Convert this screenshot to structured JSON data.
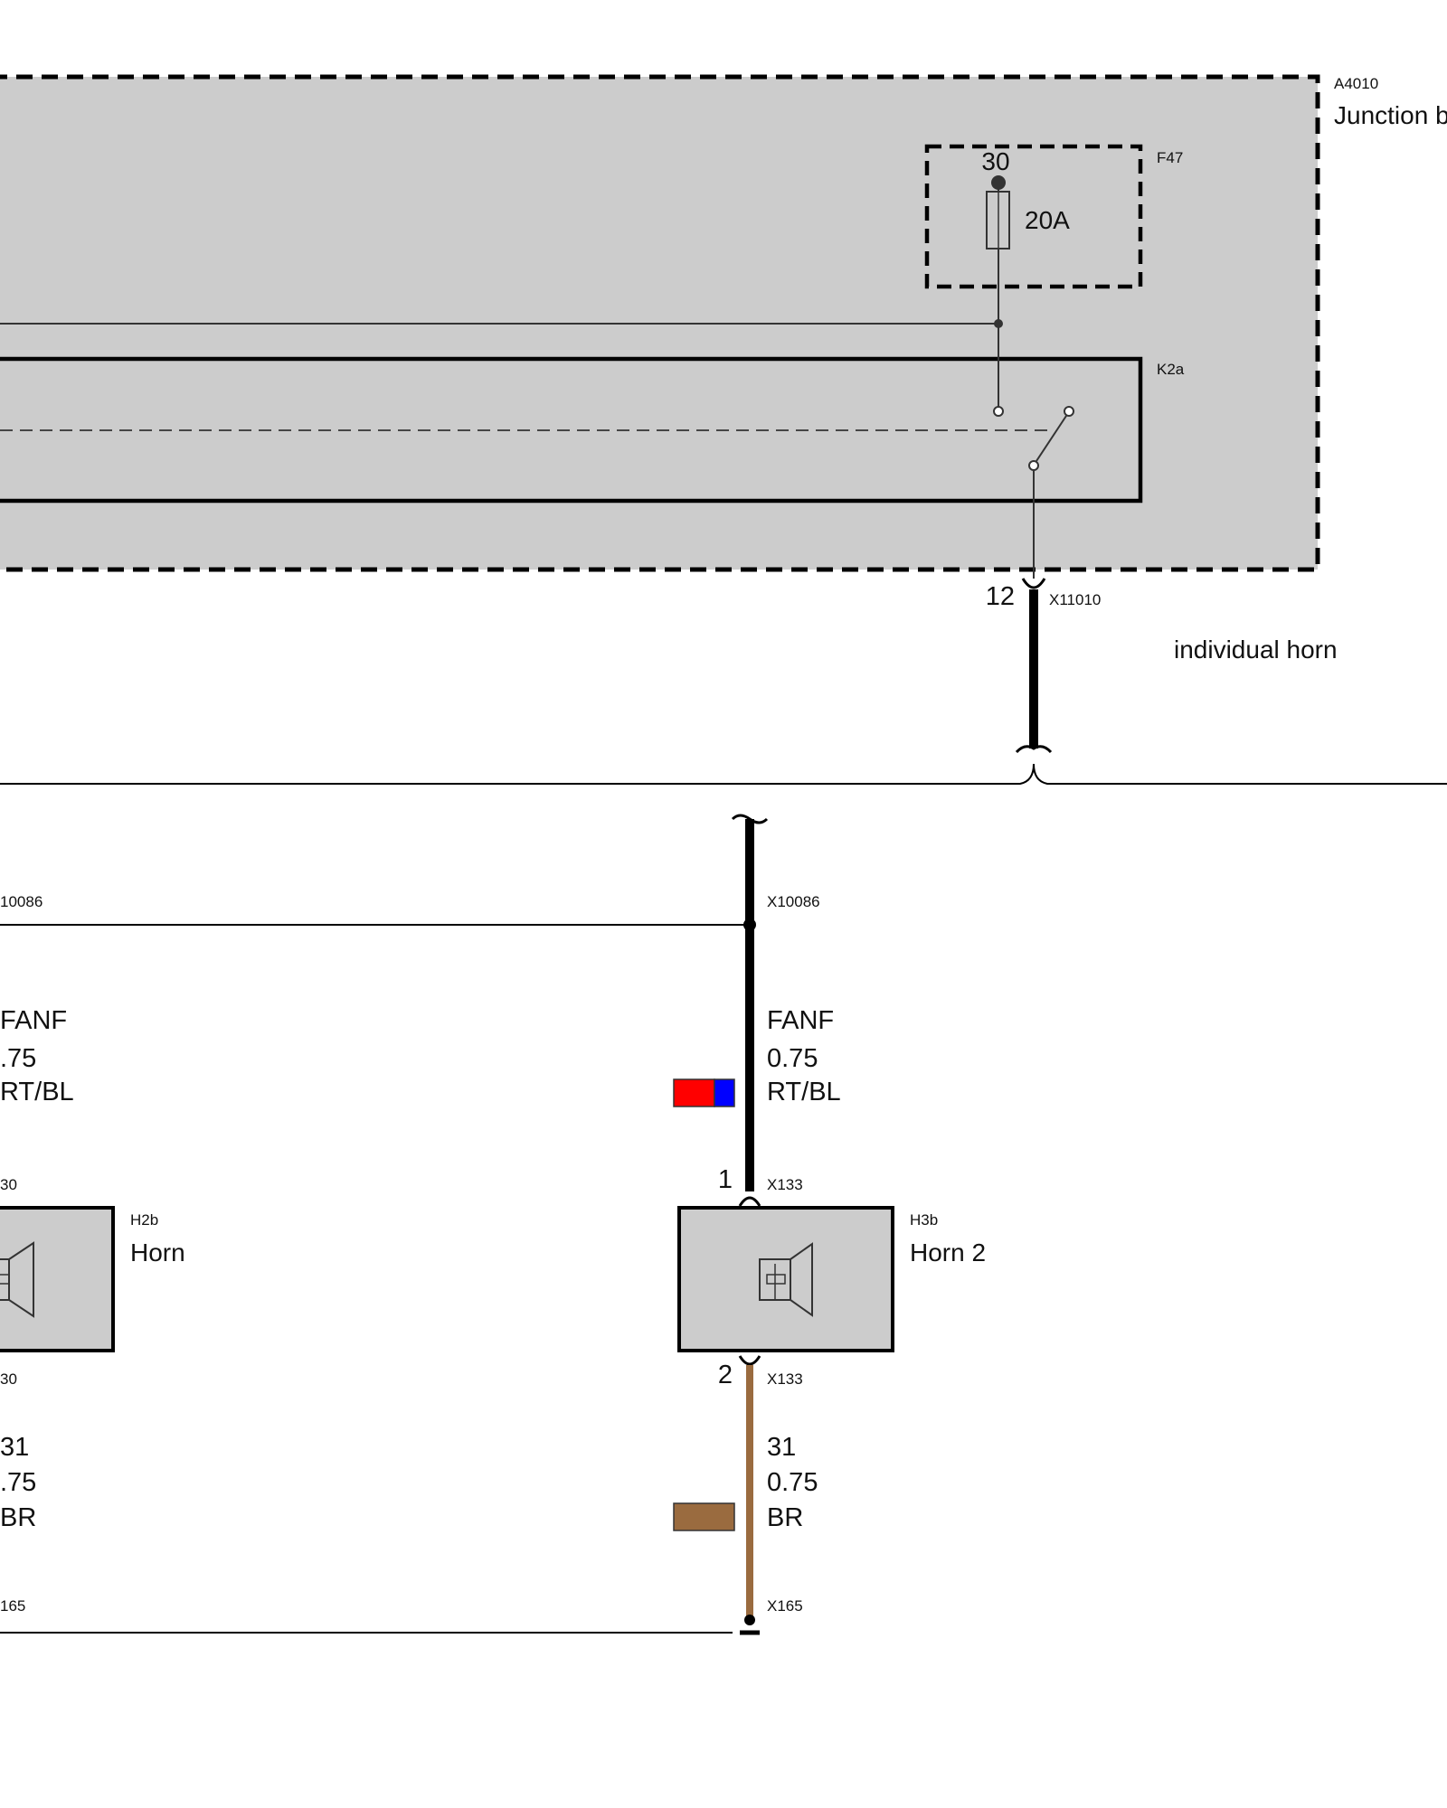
{
  "colors": {
    "module_fill": "#cccccc",
    "black": "#000000",
    "wire_brown": "#9a6b3f",
    "swatch_red": "#ff0000",
    "swatch_blue": "#0000ff",
    "swatch_brown": "#9a6b3f"
  },
  "junction_box": {
    "ref": "A4010",
    "name": "Junction b"
  },
  "fuse": {
    "ref": "F47",
    "terminal": "30",
    "rating": "20A"
  },
  "relay": {
    "ref": "K2a"
  },
  "connector_x11010": {
    "pin": "12",
    "ref": "X11010"
  },
  "annotation": {
    "individual_horn": "individual horn"
  },
  "left_partial": {
    "top_connector": "10086",
    "wire_signal": "FANF",
    "wire_size": ".75",
    "wire_color": "RT/BL",
    "conn_top": "30",
    "conn_bottom": "30",
    "ground_signal": "31",
    "ground_size": ".75",
    "ground_color": "BR",
    "ground_connector": "165"
  },
  "horn1": {
    "ref": "H2b",
    "name": "Horn",
    "icon": "speaker-icon"
  },
  "horn2": {
    "ref": "H3b",
    "name": "Horn 2",
    "icon": "speaker-icon",
    "top_connector": "X10086",
    "wire_signal": "FANF",
    "wire_size": "0.75",
    "wire_color": "RT/BL",
    "pin_in": "1",
    "pin_in_connector": "X133",
    "pin_out": "2",
    "pin_out_connector": "X133",
    "ground_signal": "31",
    "ground_size": "0.75",
    "ground_color": "BR",
    "ground_connector": "X165"
  }
}
